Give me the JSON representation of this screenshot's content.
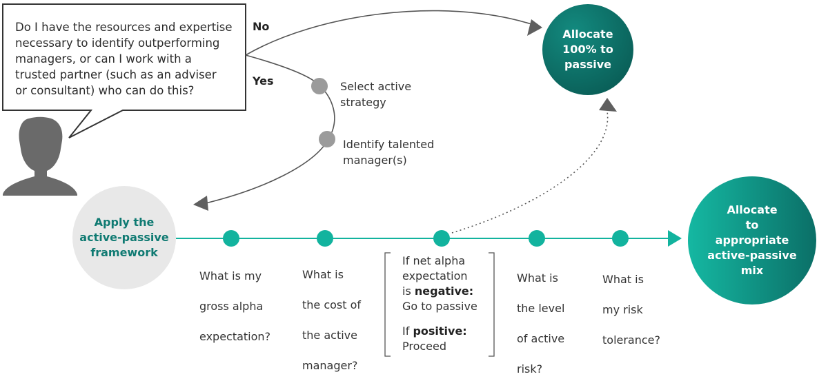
{
  "question": {
    "lines": [
      "Do I have the resources and expertise",
      "necessary to identify outperforming",
      "managers, or can I work with a",
      "trusted partner (such as an adviser",
      "or consultant) who can do this?"
    ]
  },
  "branches": {
    "no": "No",
    "yes": "Yes"
  },
  "yes_steps": [
    {
      "lines": [
        "Select active",
        "strategy"
      ]
    },
    {
      "lines": [
        "Identify talented",
        "manager(s)"
      ]
    }
  ],
  "nodes": {
    "passive": {
      "lines": [
        "Allocate",
        "100% to",
        "passive"
      ]
    },
    "framework": {
      "lines": [
        "Apply the",
        "active-passive",
        "framework"
      ]
    },
    "mix": {
      "lines": [
        "Allocate",
        "to",
        "appropriate",
        "active-passive",
        "mix"
      ]
    }
  },
  "framework_steps": [
    {
      "lines": [
        "What is my",
        "gross alpha",
        "expectation?"
      ]
    },
    {
      "lines": [
        "What is",
        "the cost of",
        "the active",
        "manager?"
      ]
    },
    {
      "condition": {
        "line1": "If net alpha",
        "line2": "expectation",
        "line3_pre": "is ",
        "line3_bold": "negative:",
        "line4": "Go to passive",
        "line5_pre": "If ",
        "line5_bold": "positive:",
        "line6": "Proceed"
      }
    },
    {
      "lines": [
        "What is",
        "the level",
        "of active",
        "risk?"
      ]
    },
    {
      "lines": [
        "What is",
        "my risk",
        "tolerance?"
      ]
    }
  ],
  "colors": {
    "teal_dark": "#0b6e66",
    "teal": "#12b39e",
    "teal_mid": "#0f9a8a",
    "gray_node": "#9b9b9b",
    "gray_circle": "#e8e8e8",
    "arrow_gray": "#5f5f5f",
    "person": "#6a6a6a"
  },
  "icons": [
    "person-icon",
    "speech-bubble"
  ]
}
